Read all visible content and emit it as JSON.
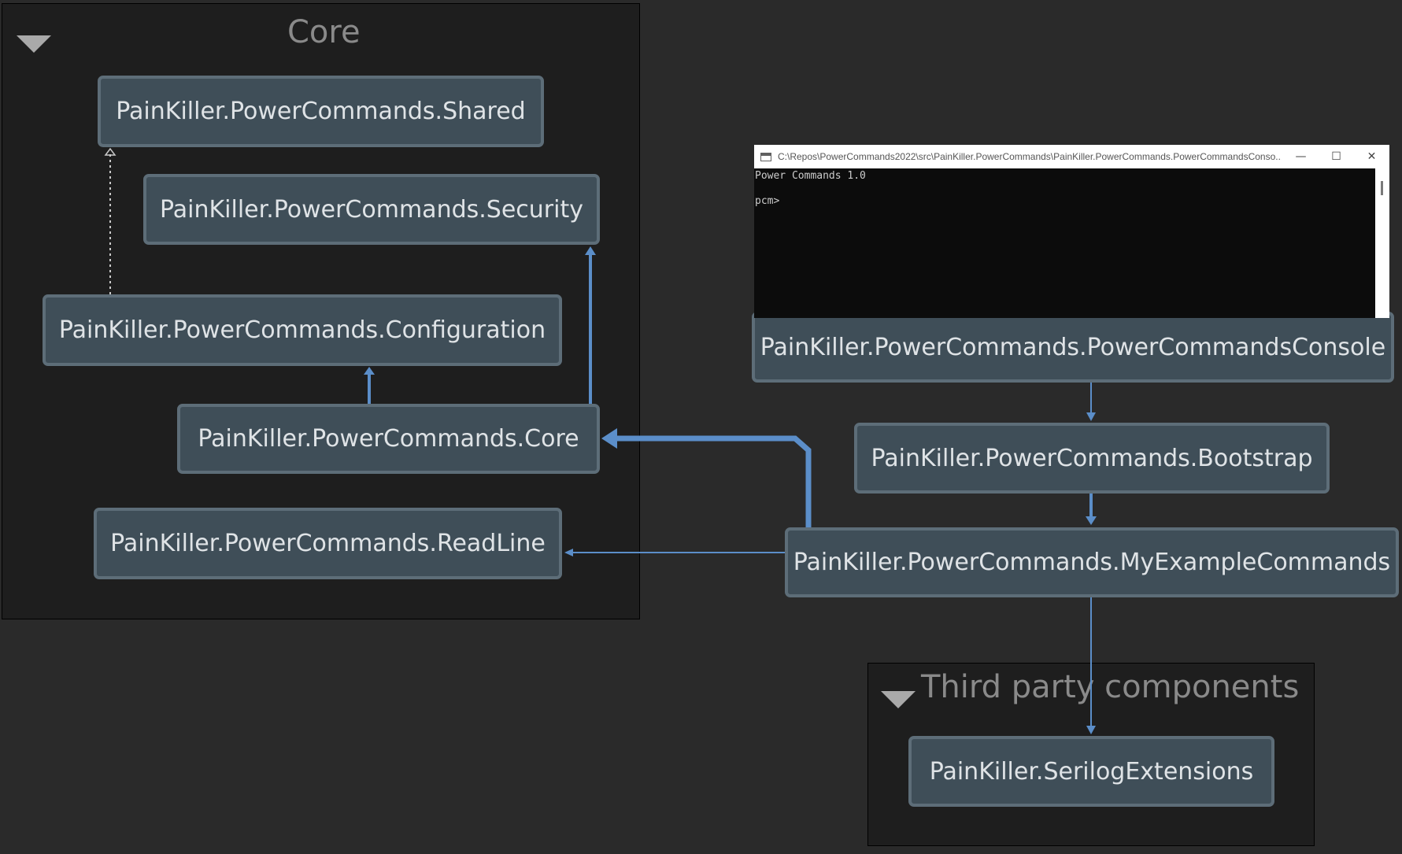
{
  "groups": {
    "core": {
      "title": "Core"
    },
    "third_party": {
      "title": "Third party components"
    }
  },
  "nodes": {
    "shared": "PainKiller.PowerCommands.Shared",
    "security": "PainKiller.PowerCommands.Security",
    "configuration": "PainKiller.PowerCommands.Configuration",
    "core": "PainKiller.PowerCommands.Core",
    "readline": "PainKiller.PowerCommands.ReadLine",
    "console": "PainKiller.PowerCommands.PowerCommandsConsole",
    "bootstrap": "PainKiller.PowerCommands.Bootstrap",
    "examples": "PainKiller.PowerCommands.MyExampleCommands",
    "serilog": "PainKiller.SerilogExtensions"
  },
  "console_window": {
    "title": "C:\\Repos\\PowerCommands2022\\src\\PainKiller.PowerCommands\\PainKiller.PowerCommands.PowerCommandsConso...",
    "line1": "Power Commands 1.0",
    "line2": "pcm>",
    "minimize": "—",
    "maximize": "☐",
    "close": "✕"
  },
  "colors": {
    "edge": "#5b8ec9",
    "node_fill": "#3f4e58",
    "node_border": "#5d6d78",
    "group_fill": "#1e1e1e",
    "background": "#2a2a2a"
  }
}
